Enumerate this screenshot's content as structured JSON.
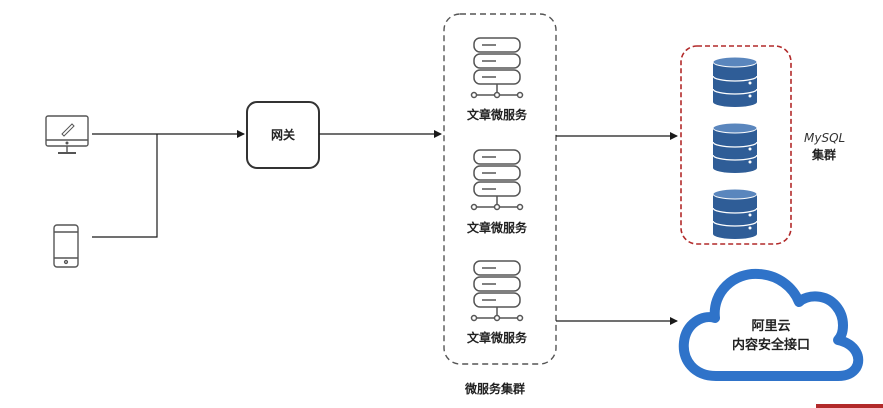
{
  "gateway": {
    "label": "网关"
  },
  "services": [
    {
      "label": "文章微服务"
    },
    {
      "label": "文章微服务"
    },
    {
      "label": "文章微服务"
    }
  ],
  "service_cluster": {
    "label": "微服务集群"
  },
  "mysql_cluster": {
    "line1": "MySQL",
    "line2": "集群"
  },
  "cloud": {
    "line1": "阿里云",
    "line2": "内容安全接口"
  },
  "colors": {
    "db_blue": "#2f5d97",
    "cluster_border": "#c0392b",
    "cloud_blue": "#2f73c9",
    "line": "#1a1a1a"
  }
}
